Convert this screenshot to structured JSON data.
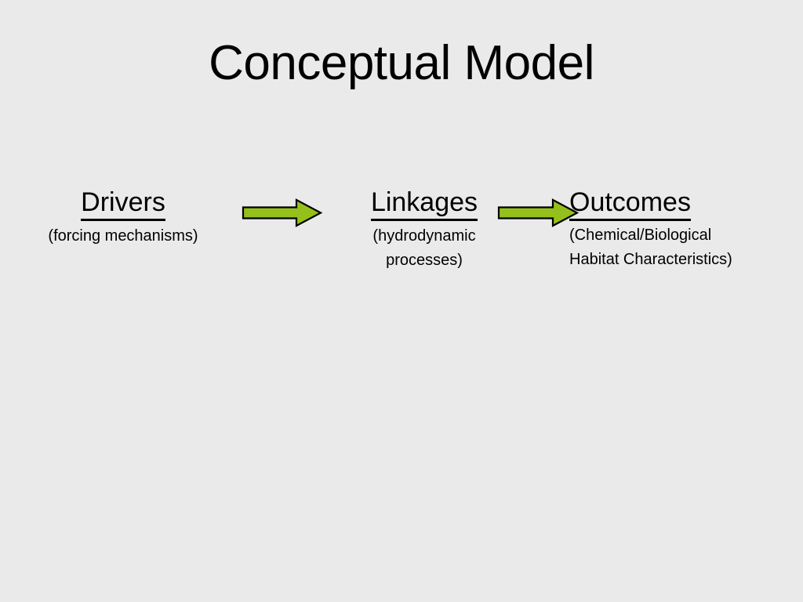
{
  "slide": {
    "background_color": "#eaeaea",
    "title": "Conceptual Model"
  },
  "diagram": {
    "type": "flow",
    "accent_color": "#94c01c",
    "outline_color": "#000000",
    "text_color": "#000000",
    "nodes": [
      {
        "id": "drivers",
        "heading": "Drivers",
        "subtitle": "(forcing mechanisms)",
        "underlined": true
      },
      {
        "id": "linkages",
        "heading": "Linkages",
        "subtitle": "(hydrodynamic\nprocesses)",
        "underlined": true
      },
      {
        "id": "outcomes",
        "heading": "Outcomes",
        "subtitle": "(Chemical/Biological\nHabitat Characteristics)",
        "underlined": true
      }
    ],
    "connectors": [
      {
        "id": "arrow-1",
        "from": "drivers",
        "to": "linkages",
        "shape": "block-arrow-right"
      },
      {
        "id": "arrow-2",
        "from": "linkages",
        "to": "outcomes",
        "shape": "block-arrow-right"
      }
    ]
  }
}
